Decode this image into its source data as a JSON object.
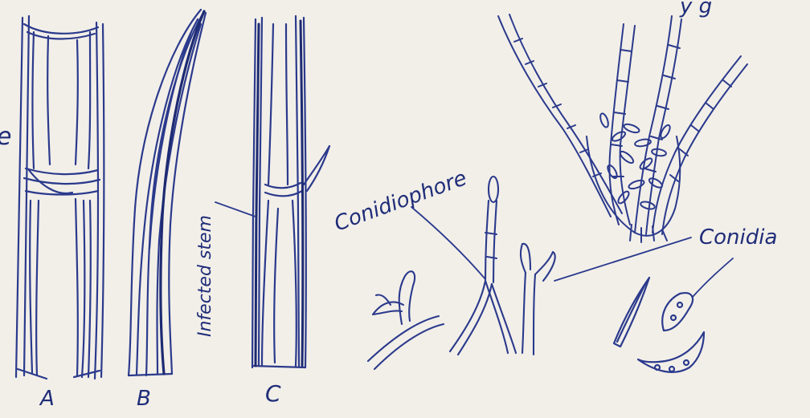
{
  "labels": {
    "letter_a": "A",
    "letter_b": "B",
    "letter_c": "C",
    "fragment_left": "e",
    "fragment_top_right": "y g",
    "infected_stem": "Infected stem",
    "conidiophore": "Conidiophore",
    "conidia": "Conidia"
  },
  "colors": {
    "paper": "#f2efe9",
    "ink": "#2b3a8c"
  }
}
